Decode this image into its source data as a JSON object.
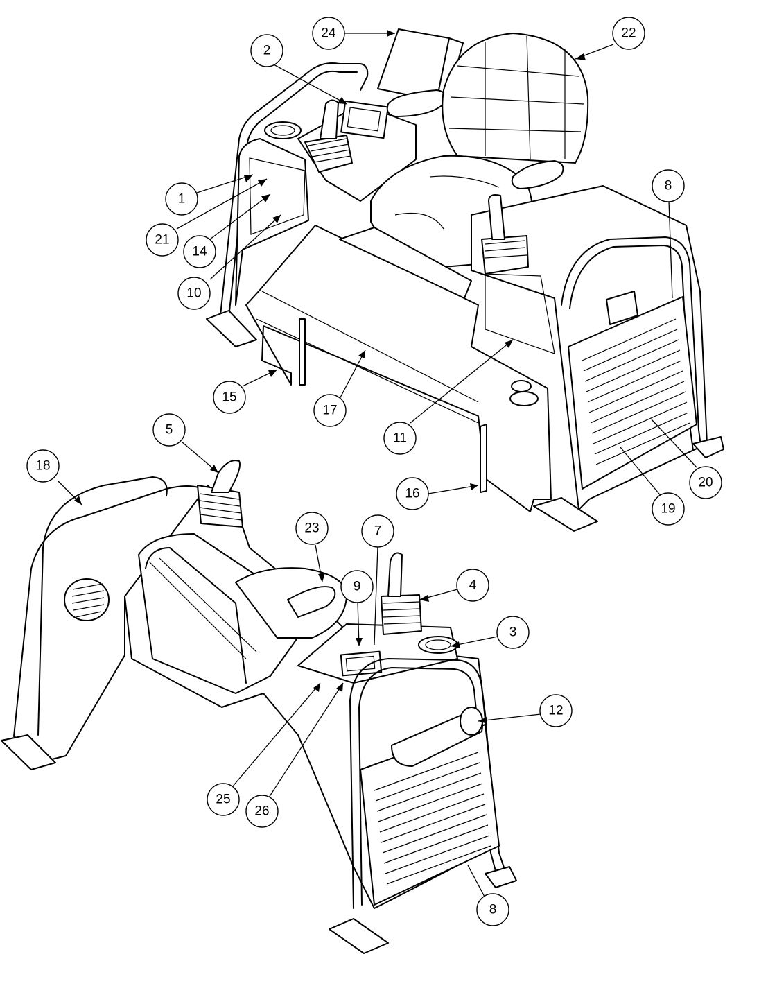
{
  "diagram": {
    "callouts": [
      {
        "id": "c24a",
        "label": "24"
      },
      {
        "id": "c2",
        "label": "2"
      },
      {
        "id": "c22",
        "label": "22"
      },
      {
        "id": "c8a",
        "label": "8"
      },
      {
        "id": "c1",
        "label": "1"
      },
      {
        "id": "c21",
        "label": "21"
      },
      {
        "id": "c14",
        "label": "14"
      },
      {
        "id": "c10",
        "label": "10"
      },
      {
        "id": "c15",
        "label": "15"
      },
      {
        "id": "c17",
        "label": "17"
      },
      {
        "id": "c11",
        "label": "11"
      },
      {
        "id": "c16",
        "label": "16"
      },
      {
        "id": "c19",
        "label": "19"
      },
      {
        "id": "c20",
        "label": "20"
      },
      {
        "id": "c5",
        "label": "5"
      },
      {
        "id": "c18",
        "label": "18"
      },
      {
        "id": "c23",
        "label": "23"
      },
      {
        "id": "c7",
        "label": "7"
      },
      {
        "id": "c9",
        "label": "9"
      },
      {
        "id": "c4",
        "label": "4"
      },
      {
        "id": "c3",
        "label": "3"
      },
      {
        "id": "c12",
        "label": "12"
      },
      {
        "id": "c25",
        "label": "25"
      },
      {
        "id": "c26",
        "label": "26"
      },
      {
        "id": "c8b",
        "label": "8"
      }
    ]
  }
}
